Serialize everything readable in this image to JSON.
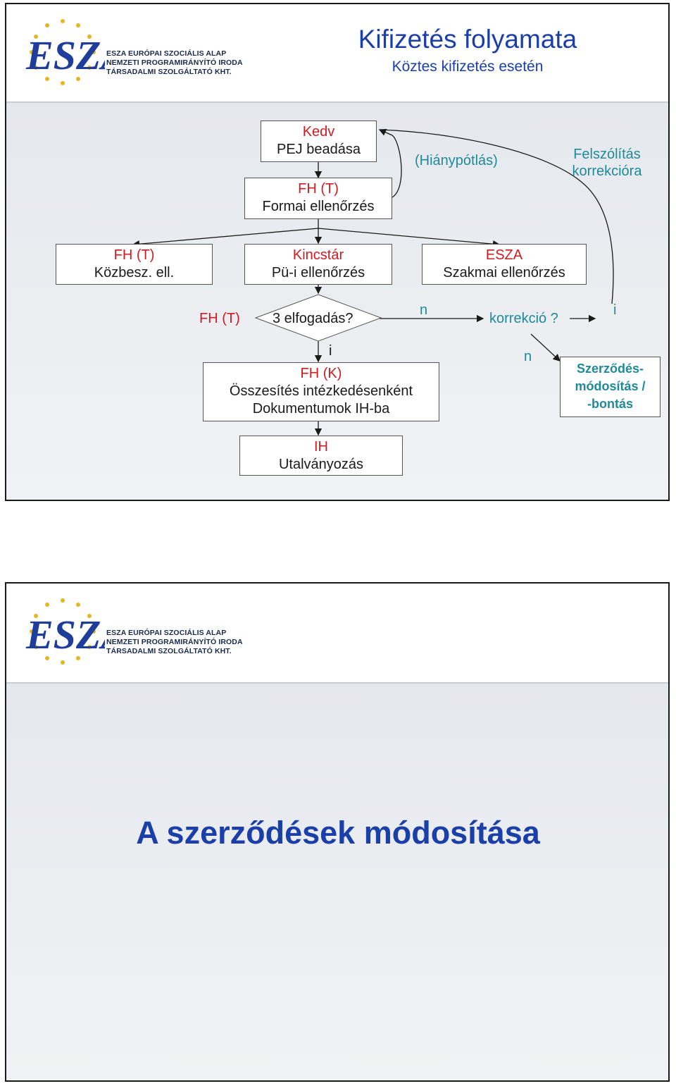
{
  "slide1": {
    "title": "Kifizetés folyamata",
    "subtitle": "Köztes kifizetés esetén",
    "logo": {
      "mark": "ESZA",
      "org_lines": [
        "ESZA EURÓPAI SZOCIÁLIS ALAP",
        "NEMZETI PROGRAMIRÁNYÍTÓ IRODA",
        "TÁRSADALMI SZOLGÁLTATÓ KHT."
      ]
    },
    "flow": {
      "pej": {
        "actor": "Kedv",
        "action": "PEJ beadása"
      },
      "formai": {
        "actor": "FH (T)",
        "action": "Formai ellenőrzés"
      },
      "hianypotlas": "(Hiánypótlás)",
      "felszolitas": {
        "line1": "Felszólítás",
        "line2": "korrekcióra"
      },
      "kozbesz": {
        "actor": "FH (T)",
        "action": "Közbesz. ell."
      },
      "kincstar": {
        "actor": "Kincstár",
        "action": "Pü-i ellenőrzés"
      },
      "eszaell": {
        "actor": "ESZA",
        "action": "Szakmai ellenőrzés"
      },
      "fh_t_label": "FH (T)",
      "decision": "3 elfogadás?",
      "n1": "n",
      "korrekcio": "korrekció ?",
      "i_right": "i",
      "i_down": "i",
      "n2": "n",
      "osszesites": {
        "actor": "FH (K)",
        "line1": "Összesítés intézkedésenként",
        "line2": "Dokumentumok IH-ba"
      },
      "szerzodes": {
        "line1": "Szerződés-",
        "line2": "módosítás /",
        "line3": "-bontás"
      },
      "ih": {
        "actor": "IH",
        "action": "Utalványozás"
      }
    }
  },
  "slide2": {
    "logo": {
      "mark": "ESZA",
      "org_lines": [
        "ESZA EURÓPAI SZOCIÁLIS ALAP",
        "NEMZETI PROGRAMIRÁNYÍTÓ IRODA",
        "TÁRSADALMI SZOLGÁLTATÓ KHT."
      ]
    },
    "title": "A szerződések módosítása"
  },
  "colors": {
    "title_blue": "#1a3fa8",
    "actor_red": "#d21a20",
    "label_teal": "#1f8a9a",
    "body_gray": "#e9ebef"
  },
  "icons": [
    "esza-logo-icon",
    "eu-stars-icon",
    "arrow-down-icon"
  ]
}
